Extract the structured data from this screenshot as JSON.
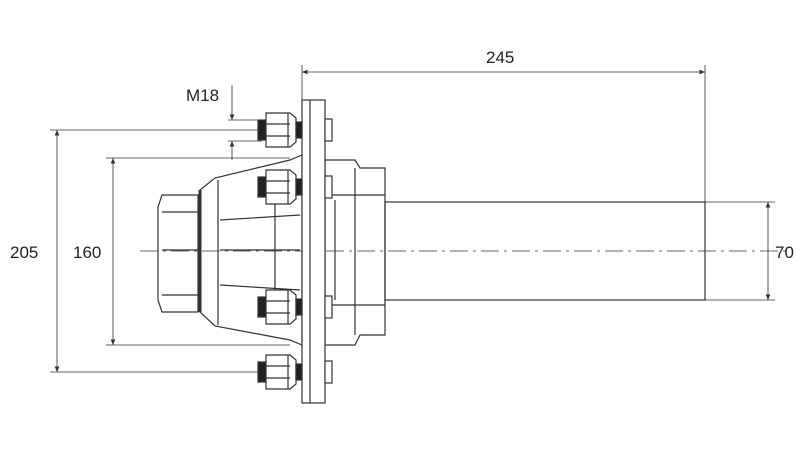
{
  "drawing": {
    "labels": {
      "length": "245",
      "bolt_circle": "205",
      "hub_diameter": "160",
      "shaft_diameter": "70",
      "thread": "M18"
    },
    "line_color": "#333333"
  }
}
